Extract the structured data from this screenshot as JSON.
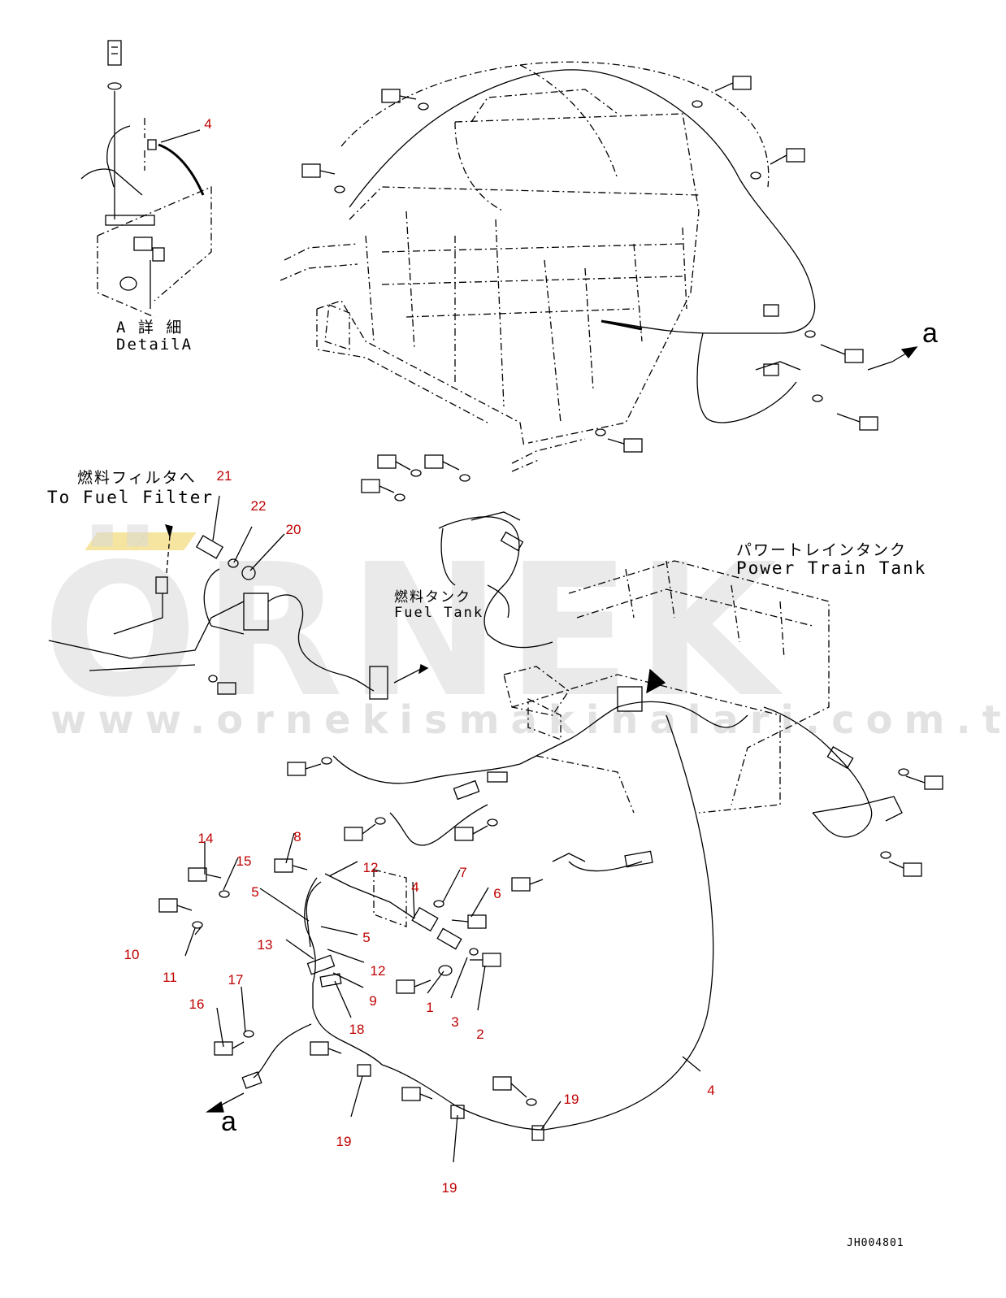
{
  "detail": {
    "jp": "A 詳 細",
    "en": "DetailA"
  },
  "fuel_filter": {
    "jp": "燃料フィルタへ",
    "en": "To Fuel Filter"
  },
  "fuel_tank": {
    "jp": "燃料タンク",
    "en": "Fuel Tank"
  },
  "power_train_tank": {
    "jp": "パワートレインタンク",
    "en": "Power Train Tank"
  },
  "ref_top": "a",
  "ref_bottom": "a",
  "drawing_code": "JH004801",
  "watermark": {
    "brand": "ÖRNEK",
    "url": "www.ornekismakinalari.com.tr"
  },
  "callouts": [
    "4",
    "21",
    "22",
    "20",
    "14",
    "15",
    "8",
    "12",
    "4",
    "7",
    "6",
    "5",
    "5",
    "10",
    "11",
    "13",
    "12",
    "9",
    "1",
    "3",
    "2",
    "17",
    "16",
    "18",
    "4",
    "19",
    "19",
    "19"
  ],
  "colors": {
    "callout": "#c00000",
    "line": "#000000",
    "watermark": "#d9d9d9",
    "accent": "#f3df8a"
  }
}
